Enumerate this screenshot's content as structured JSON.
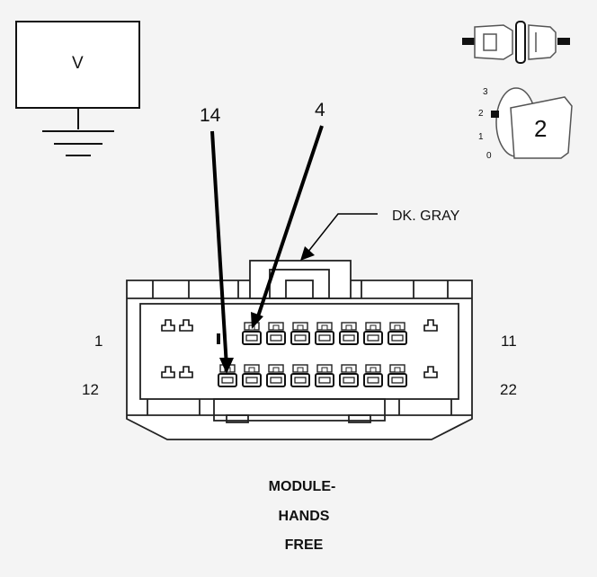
{
  "meter": {
    "label": "V"
  },
  "callouts": {
    "pin_a": "14",
    "pin_b": "4"
  },
  "wire": {
    "color_label": "DK. GRAY"
  },
  "pin_numbers": {
    "top_left": "1",
    "bottom_left": "12",
    "top_right": "11",
    "bottom_right": "22"
  },
  "module": {
    "line1": "MODULE-",
    "line2": "HANDS",
    "line3": "FREE"
  },
  "ignition": {
    "positions": [
      "3",
      "2",
      "1",
      "0"
    ],
    "key_label": "2"
  }
}
